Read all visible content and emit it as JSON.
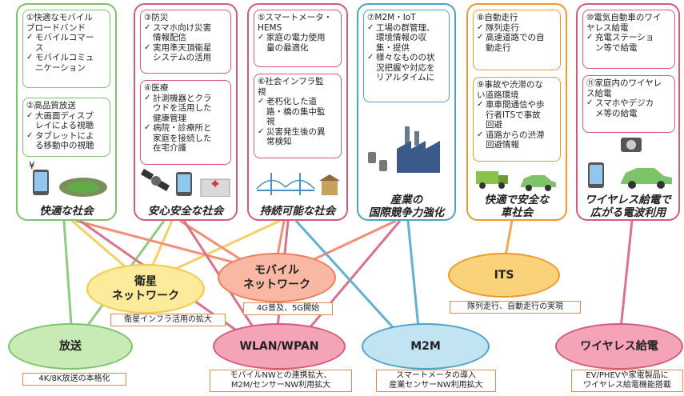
{
  "colors": {
    "green": "#7cc36a",
    "pink": "#d45a7a",
    "teal": "#4aa3c8",
    "orange": "#ee9a2a",
    "yellow": "#f5c74a",
    "salmon": "#f07c5e"
  },
  "panels": {
    "p1": {
      "box1": {
        "title": "①快適なモバイル\nブロードバンド",
        "items": [
          "モバイルコマー\nス",
          "モバイルコミュ\nニケーション"
        ]
      },
      "box2": {
        "title": "②高品質放送",
        "items": [
          "大画面ディスプ\nレイによる視聴",
          "タブレットによ\nる移動中の視聴"
        ]
      },
      "caption": "快適な社会",
      "yen": "¥"
    },
    "p2": {
      "box1": {
        "title": "③防災",
        "items": [
          "スマホ向け災害\n情報配信",
          "実用準天頂衛星\nシステムの活用"
        ]
      },
      "box2": {
        "title": "④医療",
        "items": [
          "計測機器とクラ\nウドを活用した\n健康管理",
          "病院・診療所と\n家庭を接続した\n在宅介護"
        ]
      },
      "caption": "安心安全な社会"
    },
    "p3": {
      "box1": {
        "title": "⑤スマートメータ・\nHEMS",
        "items": [
          "家庭の電力使用\n量の最適化"
        ]
      },
      "box2": {
        "title": "⑥社会インフラ監\n視",
        "items": [
          "老朽化した道\n路・橋の集中監\n視",
          "災害発生後の異\n常検知"
        ]
      },
      "caption": "持続可能な社会"
    },
    "p4": {
      "box1": {
        "title": "⑦M2M・IoT",
        "items": [
          "工場の群管理、\n環境情報の収\n集・提供",
          "様々なものの状\n況把握や対応を\nリアルタイムに"
        ]
      },
      "caption": "産業の\n国際競争力強化"
    },
    "p5": {
      "box1": {
        "title": "⑧自動走行",
        "items": [
          "隊列走行",
          "高速道路での自\n動走行"
        ]
      },
      "box2": {
        "title": "⑨事故や渋滞のな\nい道路環境",
        "items": [
          "車車間通信や歩\n行者ITSで事故\n回避",
          "道路からの渋滞\n回避情報"
        ]
      },
      "caption": "快適で安全な\n車社会"
    },
    "p6": {
      "box1": {
        "title": "⑩電気自動車のワイ\nヤレス給電",
        "items": [
          "充電ステーショ\nン等で給電"
        ]
      },
      "box2": {
        "title": "⑪家庭内のワイヤレ\nス給電",
        "items": [
          "スマホやデジカ\nメ等の給電"
        ]
      },
      "caption": "ワイヤレス給電で\n広がる電波利用"
    }
  },
  "nodes": {
    "satellite": {
      "label": "衛星\nネットワーク",
      "note": "衛星インフラ活用の拡大"
    },
    "mobile": {
      "label": "モバイル\nネットワーク",
      "note": "4G普及、5G開始"
    },
    "its": {
      "label": "ITS",
      "note": "隊列走行、自動走行の実現"
    },
    "broadcast": {
      "label": "放送",
      "note": "4K/8K放送の本格化"
    },
    "wlan": {
      "label": "WLAN/WPAN",
      "note": "モバイルNWとの連携拡大、\nM2M/センサーNW利用拡大"
    },
    "m2m": {
      "label": "M2M",
      "note": "スマートメータの導入\n産業センサーNW利用拡大"
    },
    "wireless": {
      "label": "ワイヤレス給電",
      "note": "EV/PHEVや家電製品に\nワイヤレス給電機能搭載"
    }
  }
}
